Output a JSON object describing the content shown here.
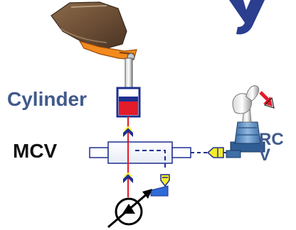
{
  "labels": {
    "cylinder": "Cylinder",
    "mcv": "MCV",
    "rcv": "RCV"
  },
  "icons": {
    "bucket": "excavator-bucket-icon",
    "cylinder": "hydraulic-cylinder-icon",
    "valve": "main-control-valve-icon",
    "pump": "variable-displacement-pump-icon",
    "joystick": "joystick-lever-icon",
    "direction": "red-direction-arrow-icon"
  },
  "colors": {
    "title_blue": "#415a8c",
    "cylinder_red": "#e31b2a",
    "pilot_blue": "#1e2f8f",
    "pilot_yellow": "#f4ec2a",
    "joystick_blue": "#6f9fcf"
  }
}
